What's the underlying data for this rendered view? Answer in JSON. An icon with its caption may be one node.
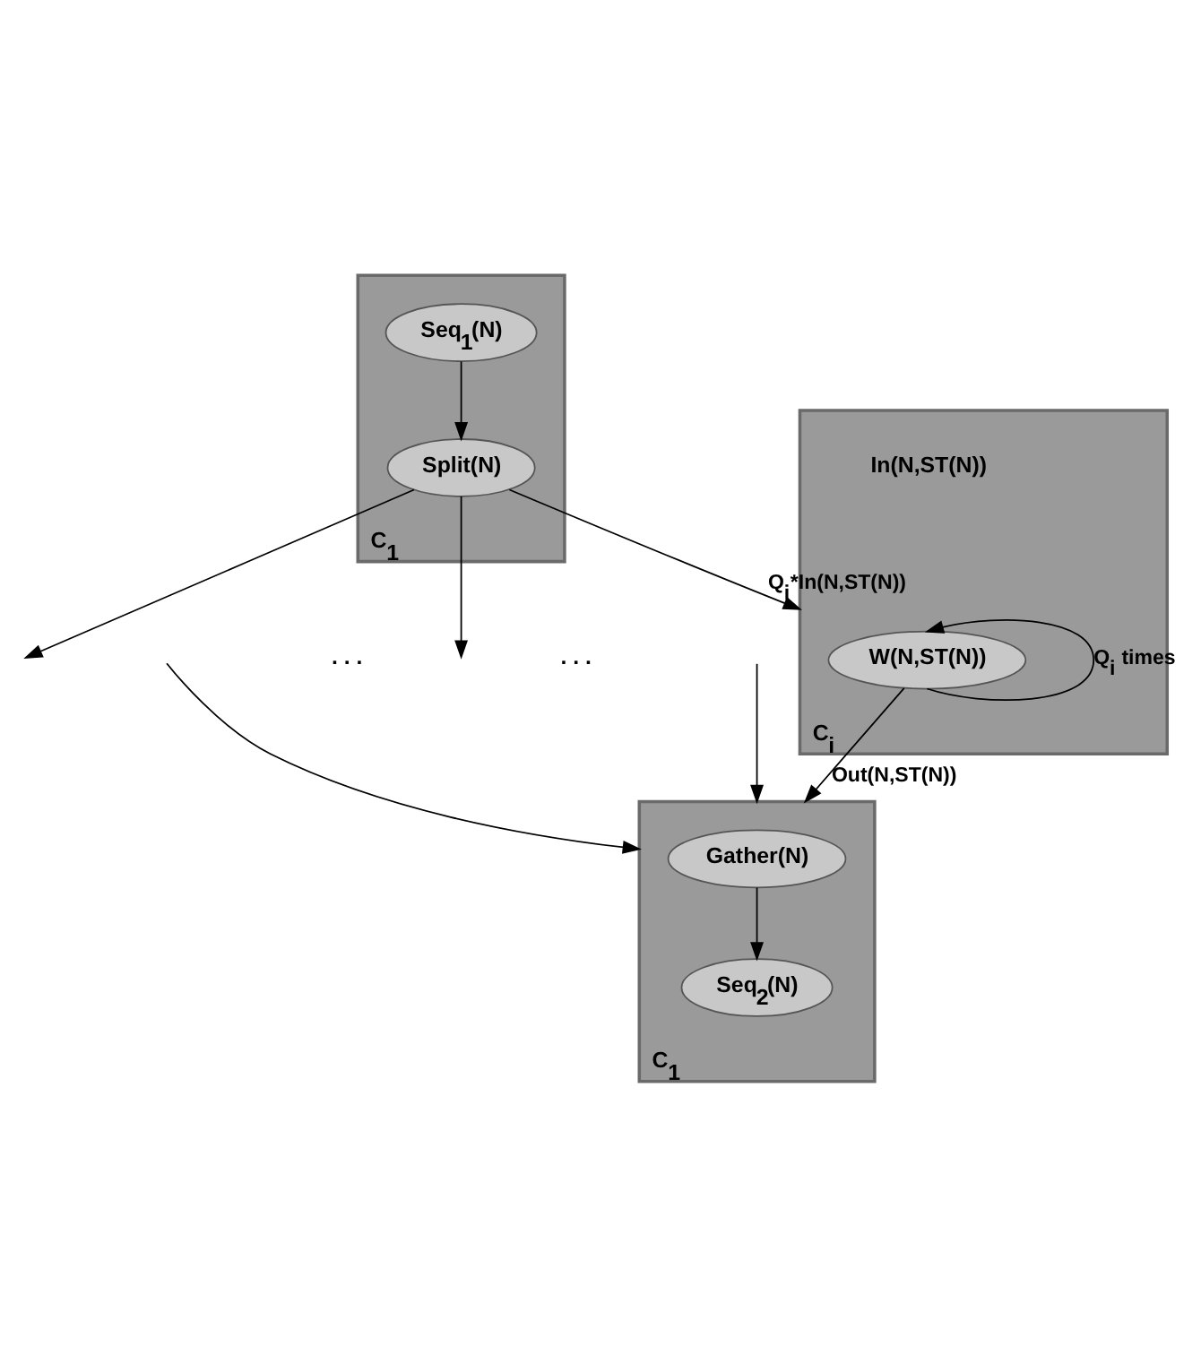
{
  "diagram": {
    "nodes": [
      {
        "text": [
          "C$_{1}$"
        ]
      },
      {
        "text": [
          "Seq$_{1}$(N)"
        ],
        "in": 0
      },
      {
        "text": [
          "Split(N)"
        ],
        "in": 0
      },
      {
        "text": [
          "C$_{i}$"
        ]
      },
      {
        "text": [
          "W(N,ST(N))"
        ],
        "in": 3
      },
      {
        "text": [
          "C$_{1}$"
        ]
      },
      {
        "text": [
          "Gather(N)"
        ],
        "in": 5
      },
      {
        "text": [
          "Seq$_{2}$(N)"
        ],
        "in": 5
      }
    ],
    "edges": [
      {
        "from": 1,
        "to": 2,
        "arrow": "to"
      },
      {
        "from": 2,
        "to": null,
        "arrow": "to"
      },
      {
        "from": 2,
        "to": 3,
        "arrow": "to",
        "label": "Q$_{i}$*In(N,ST(N))"
      },
      {
        "from": 2,
        "to": null,
        "arrow": "to"
      },
      {
        "from": 4,
        "to": 4,
        "arrow": "to",
        "label": "Q$_{i}$ times"
      },
      {
        "from": null,
        "to": 5,
        "arrow": "to"
      },
      {
        "from": 4,
        "to": 5,
        "arrow": "to",
        "label": "Out(N,ST(N))"
      },
      {
        "from": null,
        "to": 5,
        "arrow": "to"
      },
      {
        "from": 6,
        "to": 7,
        "arrow": "to"
      }
    ],
    "labels": [
      "In(N,ST(N))",
      ". . .",
      ". . ."
    ]
  }
}
